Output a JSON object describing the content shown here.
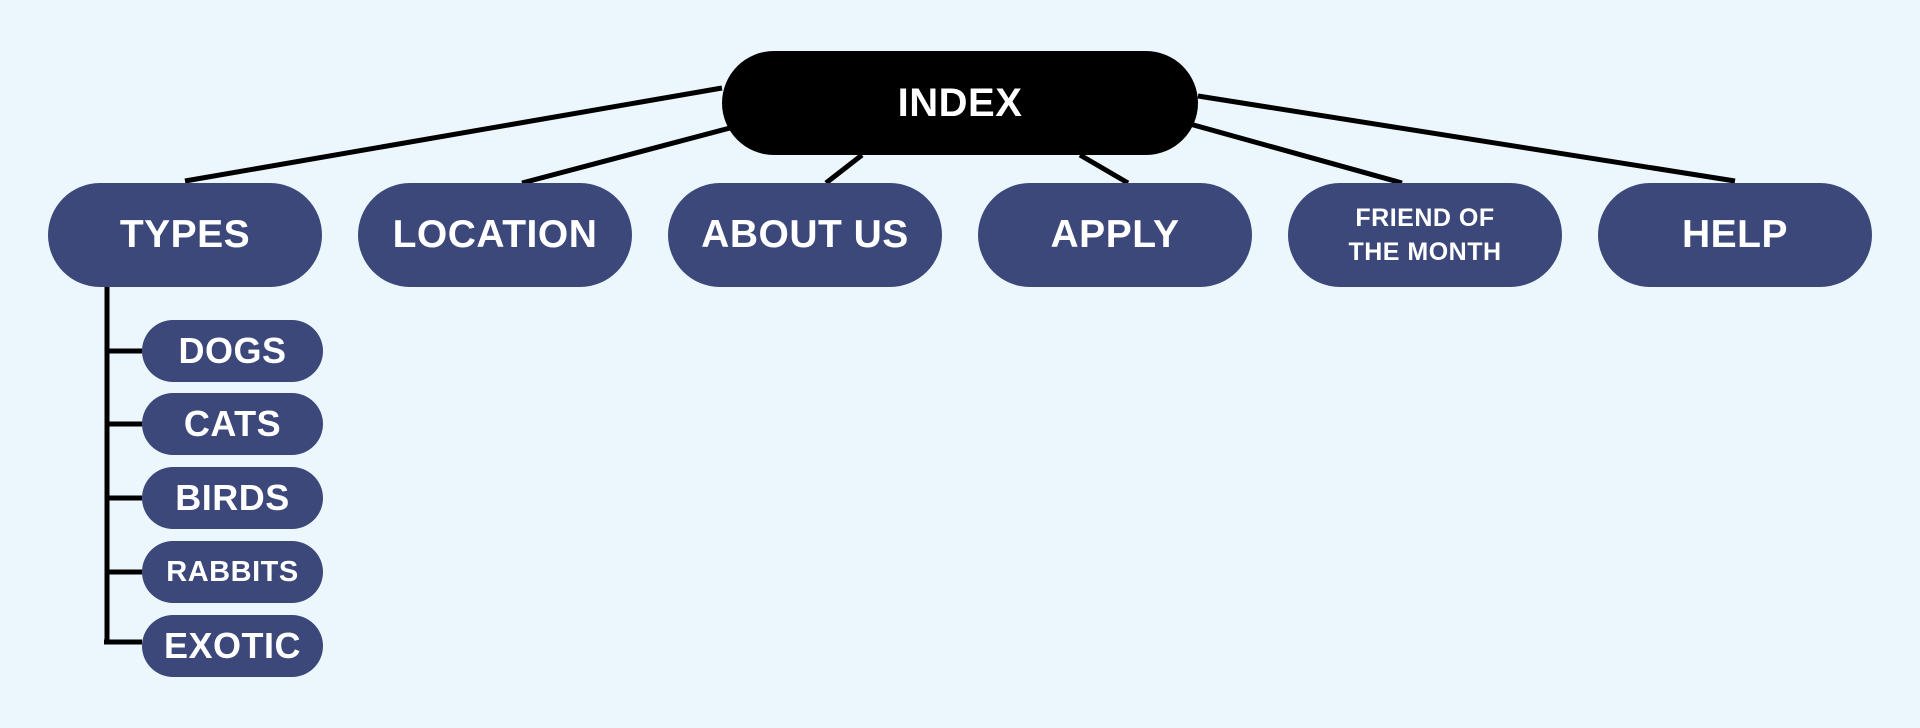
{
  "diagram": {
    "root": {
      "label": "INDEX"
    },
    "sections": [
      {
        "label": "TYPES"
      },
      {
        "label": "LOCATION"
      },
      {
        "label": "ABOUT US"
      },
      {
        "label": "APPLY"
      },
      {
        "label": "FRIEND OF THE MONTH",
        "line1": "FRIEND OF",
        "line2": "THE MONTH"
      },
      {
        "label": "HELP"
      }
    ],
    "types_children": [
      {
        "label": "DOGS"
      },
      {
        "label": "CATS"
      },
      {
        "label": "BIRDS"
      },
      {
        "label": "RABBITS"
      },
      {
        "label": "EXOTIC"
      }
    ]
  },
  "colors": {
    "background": "#ebf7fd",
    "root_fill": "#000000",
    "node_fill": "#3c477a",
    "connector": "#000000",
    "text": "#ffffff"
  }
}
